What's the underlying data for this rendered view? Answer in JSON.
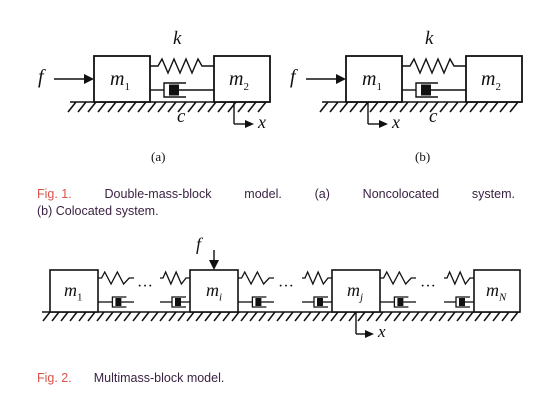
{
  "figure1": {
    "subfig_a": {
      "force_label": "f",
      "mass1_label": "m",
      "mass1_sub": "1",
      "mass2_label": "m",
      "mass2_sub": "2",
      "spring_label": "k",
      "damper_label": "c",
      "disp_label": "x",
      "caption": "(a)"
    },
    "subfig_b": {
      "force_label": "f",
      "mass1_label": "m",
      "mass1_sub": "1",
      "mass2_label": "m",
      "mass2_sub": "2",
      "spring_label": "k",
      "damper_label": "c",
      "disp_label": "x",
      "caption": "(b)"
    },
    "caption_label": "Fig. 1.",
    "caption_words_line1": [
      "Double-mass-block",
      "model.",
      "(a)",
      "Noncolocated",
      "system."
    ],
    "caption_line2": "(b) Colocated system."
  },
  "figure2": {
    "force_label": "f",
    "disp_label": "x",
    "masses": [
      {
        "label": "m",
        "sub": "1"
      },
      {
        "label": "m",
        "sub": "i"
      },
      {
        "label": "m",
        "sub": "j"
      },
      {
        "label": "m",
        "sub": "N"
      }
    ],
    "ellipsis": "···",
    "caption_label": "Fig. 2.",
    "caption_text": "Multimass-block model."
  },
  "colors": {
    "caption_label": "#d9534a",
    "caption_text": "#3a2342",
    "line": "#111111"
  }
}
